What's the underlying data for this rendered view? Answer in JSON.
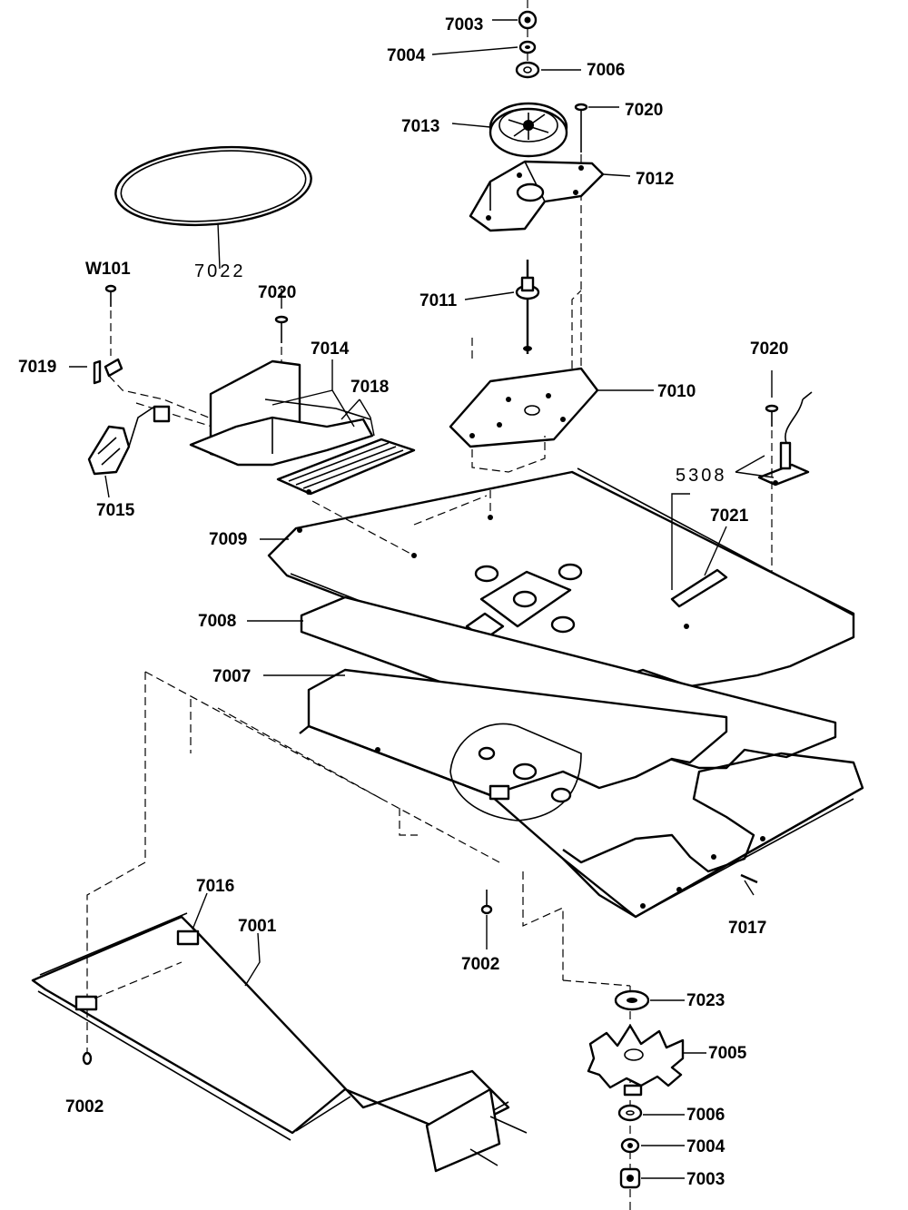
{
  "labels": {
    "p7003_top": "7003",
    "p7004_top": "7004",
    "p7006_top": "7006",
    "p7013": "7013",
    "p7020_top": "7020",
    "p7012": "7012",
    "p7022": "7022",
    "w101": "W101",
    "p7020_left": "7020",
    "p7011": "7011",
    "p7014": "7014",
    "p7018": "7018",
    "p7019": "7019",
    "p7010": "7010",
    "p7020_right": "7020",
    "p5308": "5308",
    "p7015": "7015",
    "p7021": "7021",
    "p7009": "7009",
    "p7008": "7008",
    "p7007": "7007",
    "p7016": "7016",
    "p7001": "7001",
    "p7017": "7017",
    "p7002_center": "7002",
    "p7023": "7023",
    "p7005": "7005",
    "p7002_left": "7002",
    "p7006_bottom": "7006",
    "p7004_bottom": "7004",
    "p7003_bottom": "7003"
  }
}
